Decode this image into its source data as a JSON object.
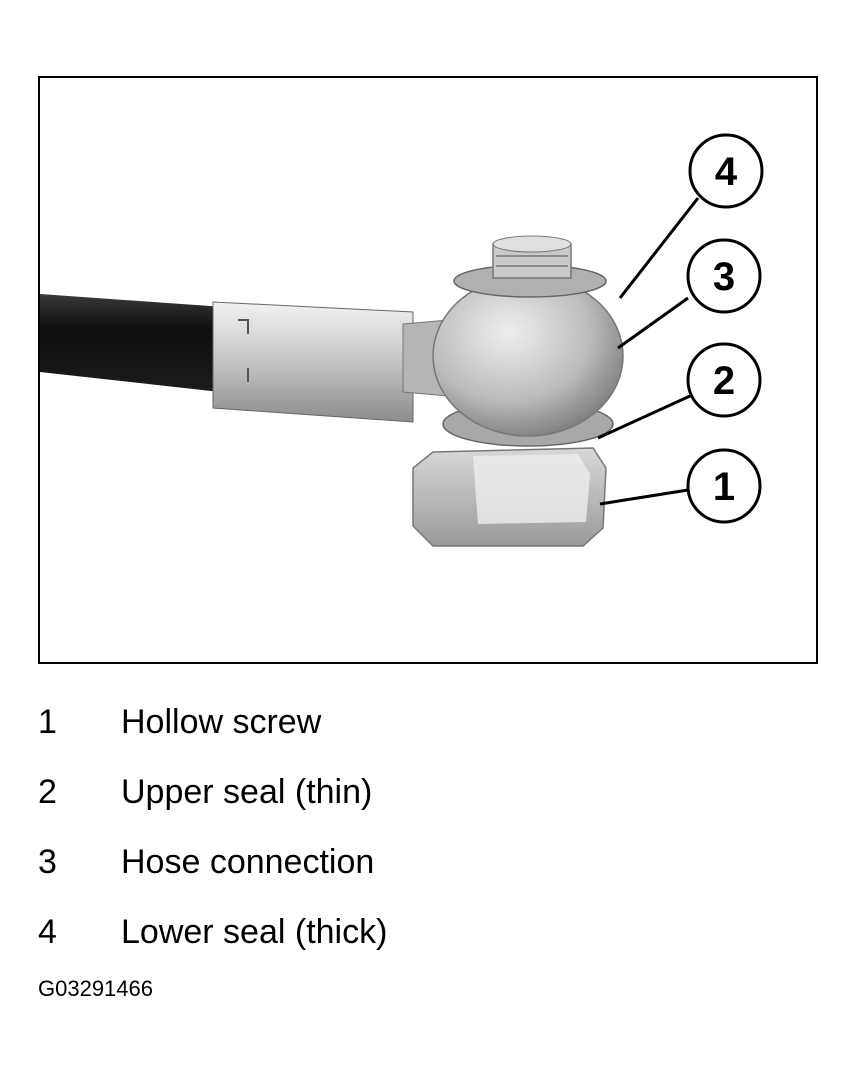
{
  "figure": {
    "callouts": [
      {
        "num": "4"
      },
      {
        "num": "3"
      },
      {
        "num": "2"
      },
      {
        "num": "1"
      }
    ]
  },
  "legend": [
    {
      "num": "1",
      "label": "Hollow screw"
    },
    {
      "num": "2",
      "label": "Upper seal (thin)"
    },
    {
      "num": "3",
      "label": "Hose connection"
    },
    {
      "num": "4",
      "label": "Lower seal (thick)"
    }
  ],
  "figure_id": "G03291466",
  "colors": {
    "frame": "#000000",
    "background": "#ffffff",
    "hose": "#1a1a1a",
    "metal": "#c8c8c8"
  }
}
